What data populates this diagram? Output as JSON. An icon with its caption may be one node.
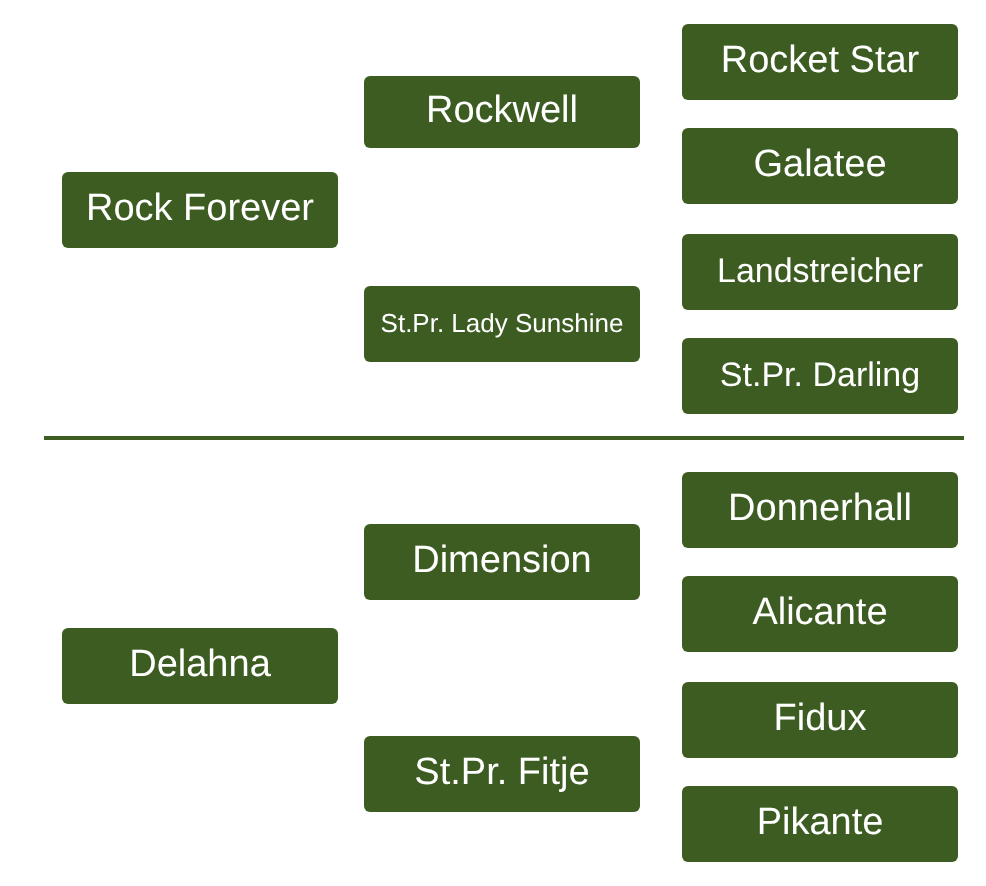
{
  "diagram": {
    "nodes": [
      {
        "text": [
          "Rock Forever"
        ]
      },
      {
        "text": [
          "Rockwell"
        ]
      },
      {
        "text": [
          "St.Pr. Lady Sunshine"
        ]
      },
      {
        "text": [
          "Rocket Star"
        ]
      },
      {
        "text": [
          "Galatee"
        ]
      },
      {
        "text": [
          "Landstreicher"
        ]
      },
      {
        "text": [
          "St.Pr. Darling"
        ]
      },
      {
        "text": [
          "Delahna"
        ]
      },
      {
        "text": [
          "Dimension"
        ]
      },
      {
        "text": [
          "St.Pr. Fitje"
        ]
      },
      {
        "text": [
          "Donnerhall"
        ]
      },
      {
        "text": [
          "Alicante"
        ]
      },
      {
        "text": [
          "Fidux"
        ]
      },
      {
        "text": [
          "Pikante"
        ]
      }
    ],
    "edges": []
  }
}
